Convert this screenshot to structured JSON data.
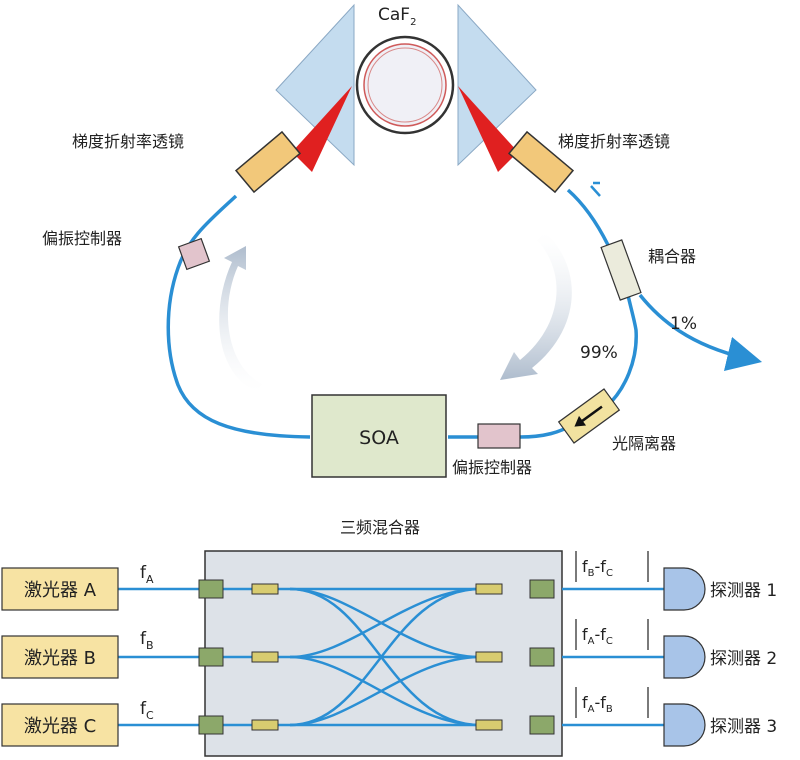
{
  "colors": {
    "fiber": "#2a8fd4",
    "prism": "#c4dcef",
    "lens": "#f2c87a",
    "beam": "#e02020",
    "polarization_controller": "#e2c4cc",
    "coupler": "#ebebdc",
    "isolator": "#f2e2a0",
    "soa": "#dfe8cc",
    "laser_box": "#f7e3a3",
    "mixer_box": "#dde2e8",
    "connector": "#8ca86a",
    "ferrule": "#d8cc70",
    "detector": "#a8c4e8",
    "arrow": "#aebccd"
  },
  "ring": {
    "resonator_label_main": "CaF",
    "resonator_label_sub": "2",
    "lens_left_label": "梯度折射率透镜",
    "lens_right_label": "梯度折射率透镜",
    "pol_ctrl_left_label": "偏振控制器",
    "coupler_label": "耦合器",
    "output_1_label": "1%",
    "loop_99_label": "99%",
    "soa_label": "SOA",
    "pol_ctrl_bottom_label": "偏振控制器",
    "isolator_label": "光隔离器"
  },
  "mixer": {
    "title": "三频混合器",
    "lasers": [
      {
        "name": "激光器 A",
        "freq_main": "f",
        "freq_sub": "A"
      },
      {
        "name": "激光器 B",
        "freq_main": "f",
        "freq_sub": "B"
      },
      {
        "name": "激光器 C",
        "freq_main": "f",
        "freq_sub": "C"
      }
    ],
    "outputs": [
      {
        "f1_sub": "B",
        "f2_sub": "C",
        "detector": "探测器 1"
      },
      {
        "f1_sub": "A",
        "f2_sub": "C",
        "detector": "探测器 2"
      },
      {
        "f1_sub": "A",
        "f2_sub": "B",
        "detector": "探测器 3"
      }
    ],
    "beat_f": "f",
    "beat_minus": "-"
  }
}
